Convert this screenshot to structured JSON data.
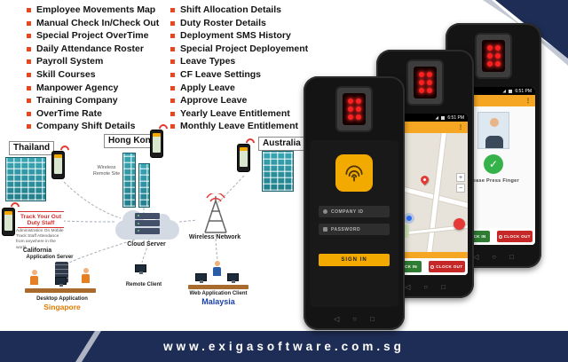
{
  "features": {
    "col1": [
      "Employee Movements Map",
      "Manual Check In/Check Out",
      "Special Project OverTime",
      "Daily Attendance Roster",
      "Payroll System",
      "Skill Courses",
      "Manpower Agency",
      "Training Company",
      "OverTime Rate",
      "Company Shift Details"
    ],
    "col2": [
      "Shift Allocation Details",
      "Duty Roster Details",
      "Deployment SMS History",
      "Special Project Deployement",
      "Leave Types",
      "CF Leave Settings",
      "Apply Leave",
      "Approve Leave",
      "Yearly Leave Entitlement",
      "Monthly Leave Entitlement"
    ]
  },
  "diagram": {
    "thailand": "Thailand",
    "hong_kong": "Hong Kong",
    "australia": "Australia",
    "wireless_remote_site": "Wireless Remote Site",
    "cloud_server": "Cloud Server",
    "wireless_network": "Wireless Network",
    "track_duty": "Track Your Out Duty Staff",
    "admin_note": "Administration On Mobile Track Staff Attendance from anywhere in the world",
    "california": "California",
    "application_server": "Application Server",
    "desktop_application": "Desktop Application",
    "singapore": "Singapore",
    "remote_client": "Remote Client",
    "web_application_client": "Web Application Client",
    "malaysia": "Malaysia"
  },
  "phones": {
    "login": {
      "company_id": "COMPANY ID",
      "password": "PASSWORD",
      "sign_in": "SIGN IN"
    },
    "map": {
      "time": "6:51 PM",
      "clock_in": "CLOCK IN",
      "clock_out": "CLOCK OUT",
      "zoom_in": "+",
      "zoom_out": "−"
    },
    "verify": {
      "time": "6:51 PM",
      "prompt": "Please Press Finger",
      "clock_in": "CLOCK IN",
      "clock_out": "CLOCK OUT"
    }
  },
  "icons": {
    "nav_back": "◁",
    "nav_home": "○",
    "nav_recent": "□",
    "bar_back": "◀",
    "bar_menu": "⋮",
    "thumb_check": "✓"
  },
  "footer": {
    "url": "www.exigasoftware.com.sg"
  },
  "colors": {
    "navy": "#1e2d55",
    "bullet_red": "#e8461e",
    "brand_yellow": "#f2a900",
    "clock_in_green": "#2e7d32",
    "clock_out_red": "#c62828",
    "building_teal": "#2e9aa8",
    "led_red": "#ff2020"
  }
}
